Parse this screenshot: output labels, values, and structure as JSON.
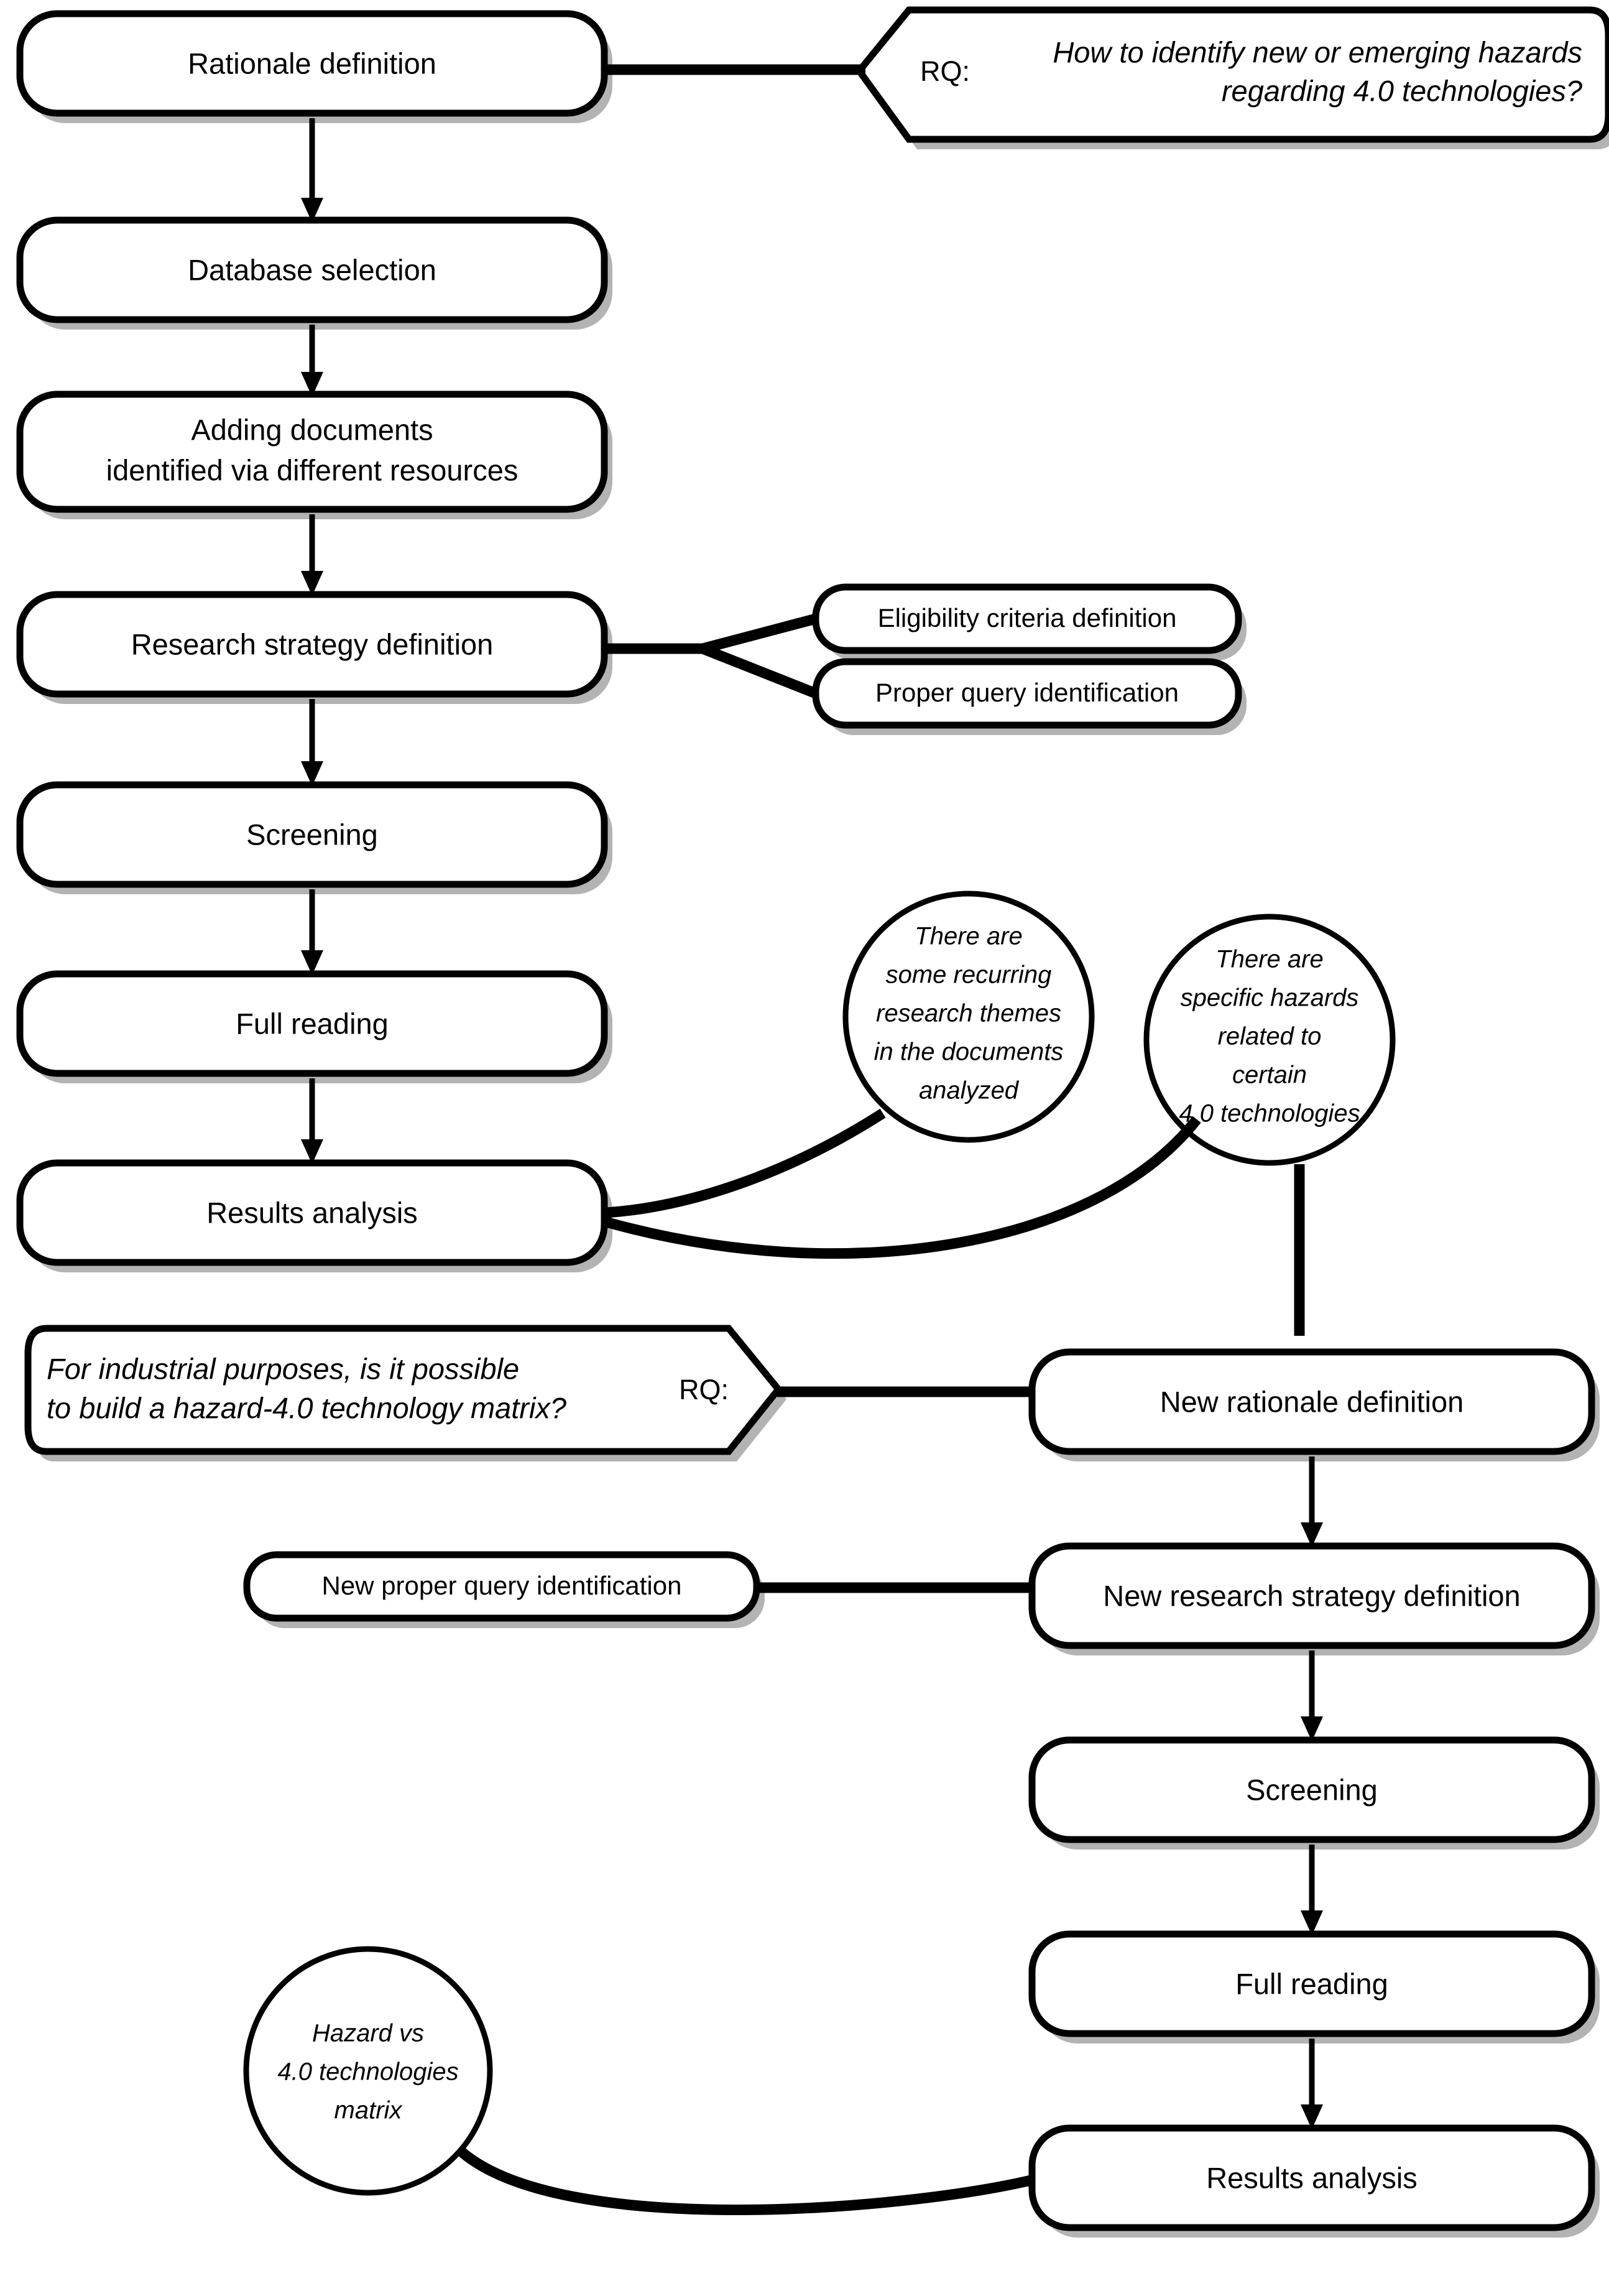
{
  "diagram": {
    "title": "Systematic literature review methodology flowchart",
    "type": "flowchart",
    "colors": {
      "stroke": "#000000",
      "fill": "#ffffff",
      "shadow": "#b3b3b3"
    }
  },
  "phase1": {
    "nodes": [
      {
        "id": "rationale-definition",
        "label": "Rationale definition"
      },
      {
        "id": "database-selection",
        "label": "Database selection"
      },
      {
        "id": "adding-documents",
        "label_line1": "Adding documents",
        "label_line2": "identified via different resources"
      },
      {
        "id": "research-strategy-definition",
        "label": "Research strategy definition"
      },
      {
        "id": "screening",
        "label": "Screening"
      },
      {
        "id": "full-reading",
        "label": "Full reading"
      },
      {
        "id": "results-analysis",
        "label": "Results analysis"
      }
    ],
    "branches": [
      {
        "id": "eligibility-criteria-definition",
        "label": "Eligibility criteria definition"
      },
      {
        "id": "proper-query-identification",
        "label": "Proper query identification"
      }
    ]
  },
  "phase2": {
    "nodes": [
      {
        "id": "new-rationale-definition",
        "label": "New rationale definition"
      },
      {
        "id": "new-research-strategy-definition",
        "label": "New research strategy definition"
      },
      {
        "id": "screening-2",
        "label": "Screening"
      },
      {
        "id": "full-reading-2",
        "label": "Full reading"
      },
      {
        "id": "results-analysis-2",
        "label": "Results analysis"
      }
    ],
    "branches": [
      {
        "id": "new-proper-query-identification",
        "label": "New proper query identification"
      }
    ]
  },
  "research_questions": [
    {
      "id": "rq-1",
      "tag": "RQ:",
      "line1": "How to identify new or emerging hazards",
      "line2": "regarding 4.0 technologies?"
    },
    {
      "id": "rq-2",
      "tag": "RQ:",
      "line1": "For industrial purposes, is it possible",
      "line2": "to build a hazard-4.0 technology matrix?"
    }
  ],
  "findings": [
    {
      "id": "finding-recurring-themes",
      "lines": [
        "There are",
        "some recurring",
        "research themes",
        "in the documents",
        "analyzed"
      ]
    },
    {
      "id": "finding-specific-hazards",
      "lines": [
        "There are",
        "specific hazards",
        "related to",
        "certain",
        "4.0 technologies"
      ]
    },
    {
      "id": "finding-hazard-matrix",
      "lines": [
        "Hazard vs",
        "4.0 technologies",
        "matrix"
      ]
    }
  ]
}
